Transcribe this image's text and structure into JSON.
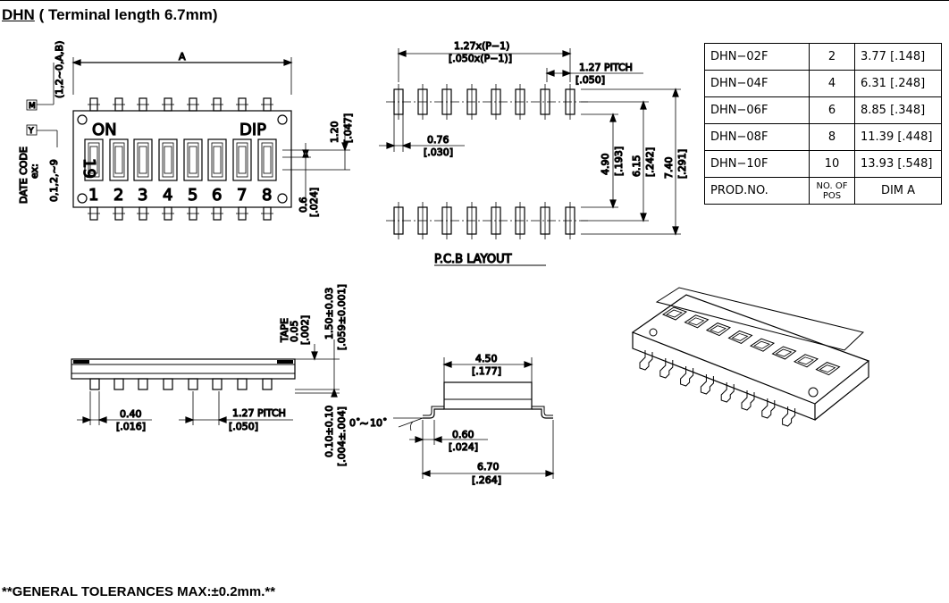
{
  "header": {
    "model": "DHN",
    "suffix": " ( Terminal length 6.7mm)"
  },
  "footer": {
    "text": "**GENERAL TOLERANCES MAX:±0.2mm.**"
  },
  "top_view": {
    "dim_a": "A",
    "on_label": "ON",
    "dip_label": "DIP",
    "positions": [
      "1",
      "2",
      "3",
      "4",
      "5",
      "6",
      "7",
      "8"
    ],
    "date_code_mark": "19",
    "date_code_label": "DATE CODE",
    "ex_label": "ex:",
    "year_range": "0,1,2,~9",
    "month_range": "(1,2~0,A,B)",
    "y_mark": "Y",
    "m_mark": "M",
    "dim_height_mm": "1.20",
    "dim_height_in": "[.047]",
    "dim_pad_mm": "0.6",
    "dim_pad_in": "[.024]"
  },
  "pcb_layout": {
    "title": "P.C.B  LAYOUT",
    "span_mm": "1.27x(P−1)",
    "span_in": "[.050x(P−1)]",
    "pitch_mm": "1.27  PITCH",
    "pitch_in": "[.050]",
    "pad_w_mm": "0.76",
    "pad_w_in": "[.030]",
    "row_gap_mm": "4.90",
    "row_gap_in": "[.193]",
    "row_center_mm": "6.15",
    "row_center_in": "[.242]",
    "overall_mm": "7.40",
    "overall_in": "[.291]"
  },
  "spec_table": {
    "rows": [
      {
        "prod": "DHN−02F",
        "pos": "2",
        "dim": "3.77   [.148]"
      },
      {
        "prod": "DHN−04F",
        "pos": "4",
        "dim": "6.31   [.248]"
      },
      {
        "prod": "DHN−06F",
        "pos": "6",
        "dim": "8.85   [.348]"
      },
      {
        "prod": "DHN−08F",
        "pos": "8",
        "dim": "11.39 [.448]"
      },
      {
        "prod": "DHN−10F",
        "pos": "10",
        "dim": "13.93 [.548]"
      }
    ],
    "header": {
      "prod": "PROD.NO.",
      "pos_line1": "NO. OF",
      "pos_line2": "POS",
      "dim": "DIM  A"
    }
  },
  "side_view": {
    "tape_label": "TAPE",
    "tape_mm": "0.05",
    "tape_in": "[.002]",
    "height_mm": "1.50±0.03",
    "height_in": "[.059±0.001]",
    "lead_mm": "0.10±0.10",
    "lead_in": "[.004±.004]",
    "lead_w_mm": "0.40",
    "lead_w_in": "[.016]",
    "pitch_mm": "1.27  PITCH",
    "pitch_in": "[.050]"
  },
  "end_view": {
    "body_mm": "4.50",
    "body_in": "[.177]",
    "angle_a": "0˚",
    "angle_tilde": "~",
    "angle_b": "10˚",
    "foot_mm": "0.60",
    "foot_in": "[.024]",
    "overall_mm": "6.70",
    "overall_in": "[.264]"
  },
  "colors": {
    "line": "#000000",
    "angle_tilde": "#d00000",
    "background": "#ffffff"
  }
}
